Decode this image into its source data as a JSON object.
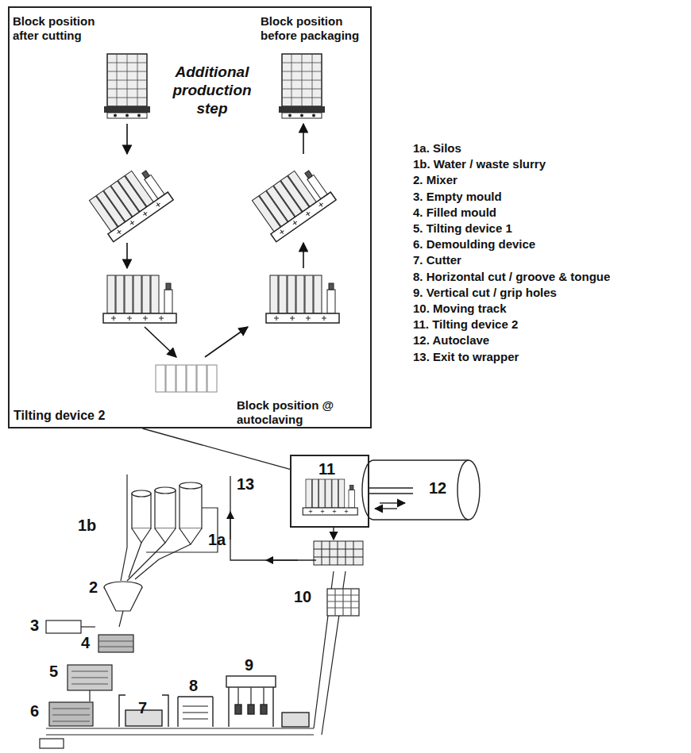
{
  "diagram": {
    "nodes": [
      {
        "text": [
          "Block position after cutting",
          "Additional production step",
          "Block position before packaging",
          "Block position @ autoclaving",
          "Tilting device 2"
        ]
      },
      {
        "text": [
          "11"
        ]
      }
    ],
    "edges": [
      {
        "from": 0,
        "to": 1,
        "arrow": "none"
      }
    ],
    "labels": [
      "1a. Silos",
      "1b. Water / waste slurry",
      "2. Mixer",
      "3. Empty mould",
      "4. Filled mould",
      "5. Tilting device 1",
      "6. Demoulding device",
      "7. Cutter",
      "8. Horizontal cut / groove & tongue",
      "9. Vertical cut / grip holes",
      "10. Moving track",
      "11. Tilting device 2",
      "12. Autoclave",
      "13. Exit to wrapper",
      "1b",
      "1a",
      "2",
      "3",
      "4",
      "5",
      "6",
      "7",
      "8",
      "9",
      "10",
      "12",
      "13"
    ]
  }
}
